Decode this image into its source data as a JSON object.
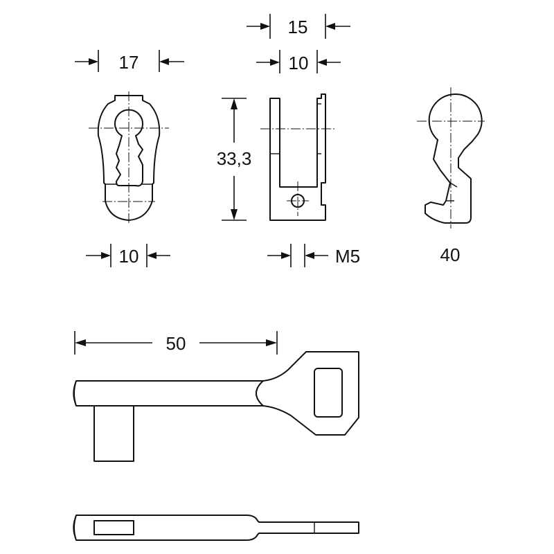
{
  "dimensions": {
    "escutcheon_width": "17",
    "escutcheon_neck": "10",
    "plate_outer_width": "15",
    "plate_inner_width": "10",
    "plate_height": "33,3",
    "screw_thread": "M5",
    "profile_label": "40",
    "key_length": "50"
  },
  "colors": {
    "line": "#111111",
    "background": "#ffffff"
  }
}
